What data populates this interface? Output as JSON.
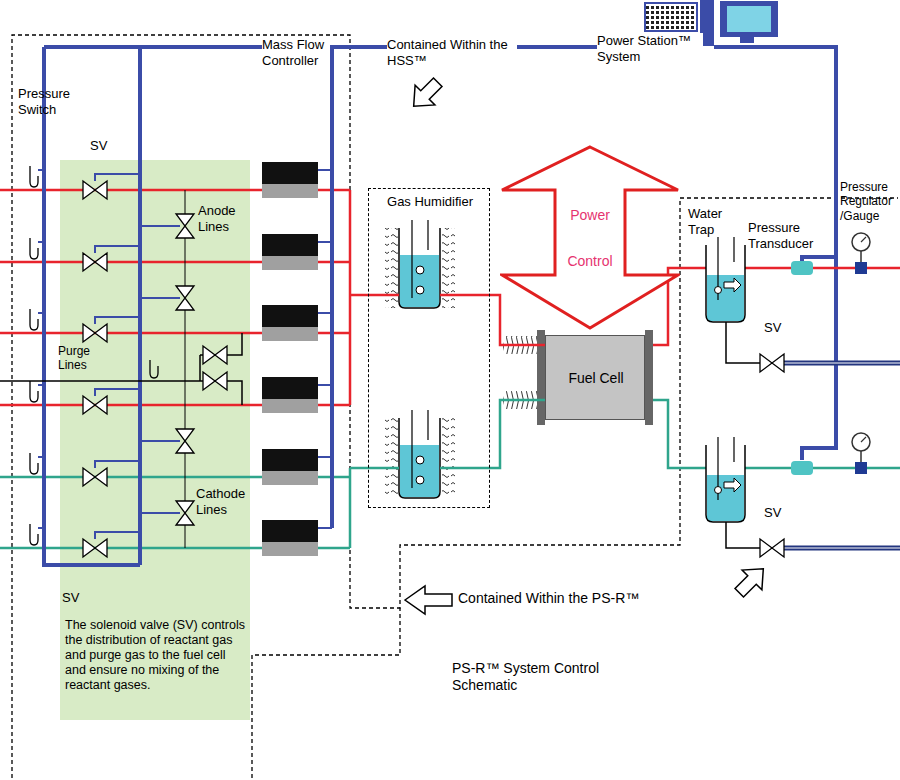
{
  "diagram": {
    "caption": "PS-R™ System Control Schematic",
    "nodes": [
      {
        "text": [
          "Power Station™ System"
        ]
      },
      {
        "text": [
          "The solenoid valve (SV) controls the distribution of reactant gas and purge gas to the fuel cell and ensure no mixing of the reactant gases."
        ]
      },
      {
        "text": [
          "Contained Within the HSS™",
          "Gas Humidifier"
        ]
      },
      {
        "text": [
          "Power",
          "Control"
        ]
      },
      {
        "text": [
          "Fuel Cell"
        ]
      }
    ],
    "edges": [
      {
        "from": 0,
        "to": 1,
        "arrow": "none"
      },
      {
        "from": 2,
        "to": 4,
        "arrow": "none"
      },
      {
        "from": 2,
        "to": 4,
        "arrow": "none"
      }
    ],
    "labels": [
      "Pressure Switch",
      "SV",
      "Mass Flow Controller",
      "Anode Lines",
      "Purge Lines",
      "Cathode Lines",
      "SV",
      "Water Trap",
      "Pressure Transducer",
      "Pressure Regulator /Gauge",
      "SV",
      "SV",
      "Contained Within the PS-R™"
    ]
  }
}
